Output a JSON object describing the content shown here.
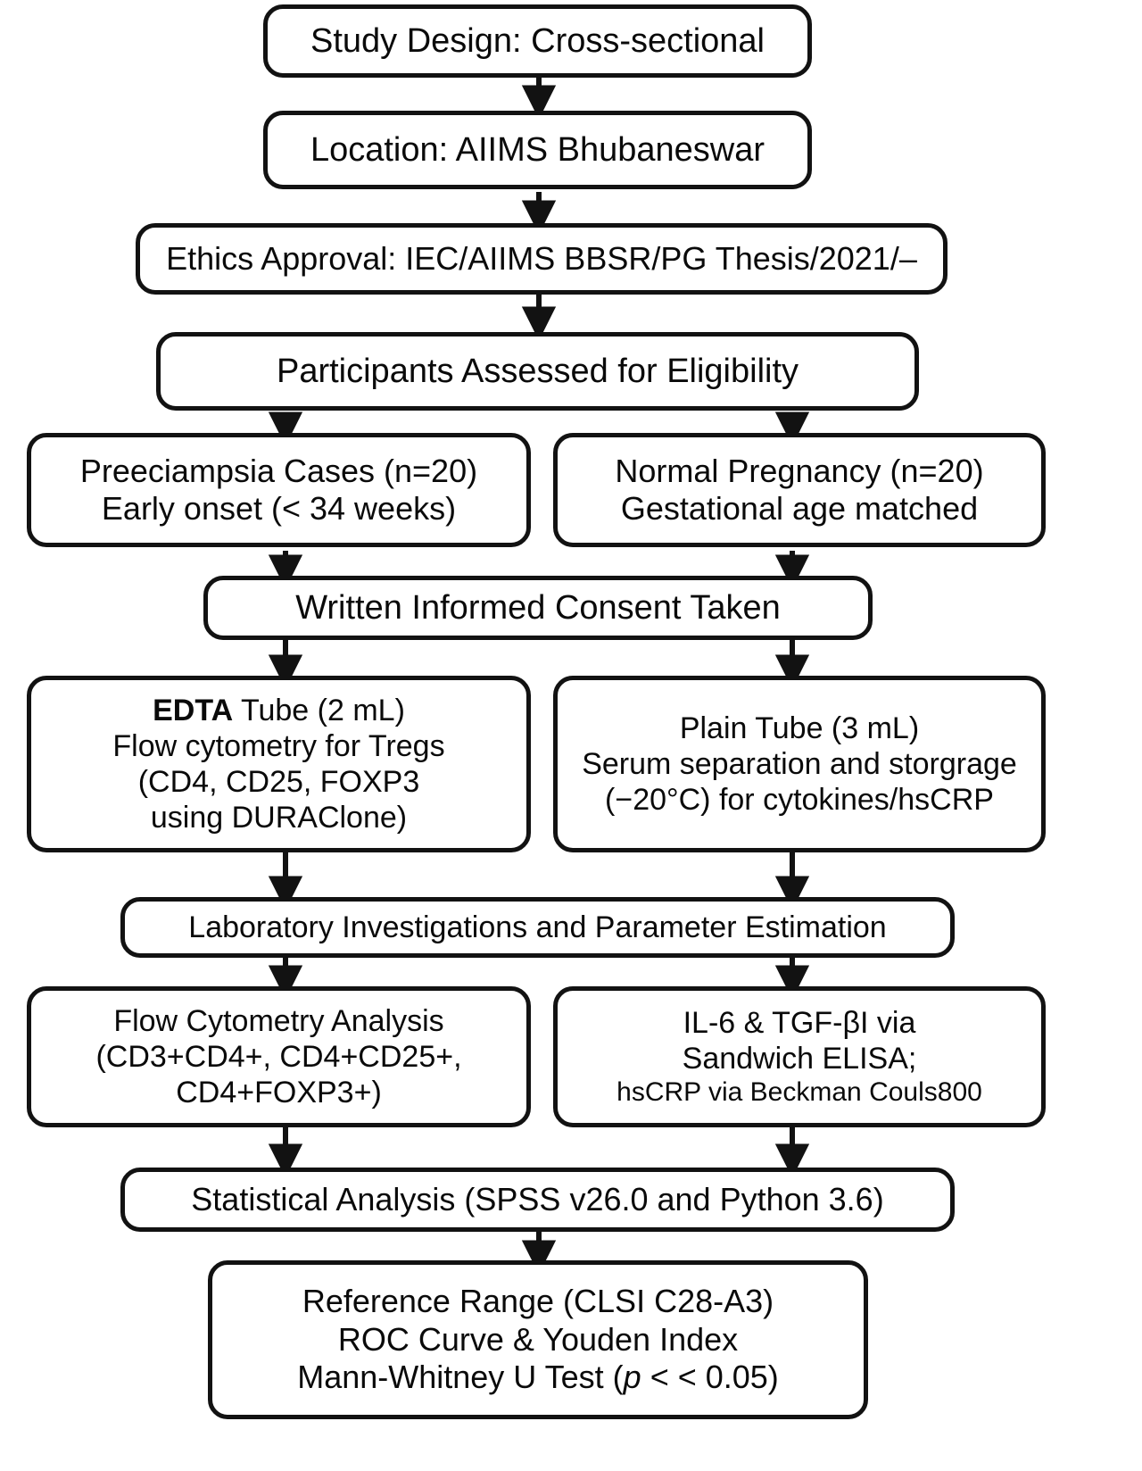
{
  "diagram": {
    "title": "Study methodology flowchart",
    "orientation": "top-to-bottom",
    "shape": "rounded-rectangle",
    "line_color": "#121212",
    "background_color": "#ffffff",
    "text_color": "#0a0a0a"
  },
  "nodes": [
    {
      "id": "study-design",
      "lines": [
        "Study Design: Cross-sectional"
      ]
    },
    {
      "id": "location",
      "lines": [
        "Location: AIIMS Bhubaneswar"
      ]
    },
    {
      "id": "ethics-approval",
      "lines": [
        "Ethics Approval: IEC/AIIMS BBSR/PG Thesis/2021/–"
      ]
    },
    {
      "id": "participants-eligibility",
      "lines": [
        "Participants Assessed for Eligibility"
      ]
    },
    {
      "id": "preeclampsia-cases",
      "lines": [
        "Preeciampsia Cases (n=20)",
        "Early onset (< 34 weeks)"
      ]
    },
    {
      "id": "normal-pregnancy",
      "lines": [
        "Normal Pregnancy (n=20)",
        "Gestational age matched"
      ]
    },
    {
      "id": "informed-consent",
      "lines": [
        "Written Informed Consent Taken"
      ]
    },
    {
      "id": "edta-tube",
      "lines": [
        "EDTA Tube (2 mL)",
        "Flow cytometry for Tregs",
        "(CD4, CD25, FOXP3",
        "using DURAClone)"
      ],
      "bold_first_word": "EDTA"
    },
    {
      "id": "plain-tube",
      "lines": [
        "Plain Tube (3 mL)",
        "Serum separation and storgrage",
        "(−20°C) for cytokines/hsCRP"
      ]
    },
    {
      "id": "lab-investigations",
      "lines": [
        "Laboratory Investigations and Parameter Estimation"
      ]
    },
    {
      "id": "flow-cytometry-analysis",
      "lines": [
        "Flow Cytometry Analysis",
        "(CD3+CD4+, CD4+CD25+,",
        "CD4+FOXP3+)"
      ]
    },
    {
      "id": "elisa-hscrp",
      "lines": [
        "IL-6 & TGF-βI via",
        "Sandwich ELISA;",
        "hsCRP via Beckman Couls800"
      ]
    },
    {
      "id": "statistical-analysis",
      "lines": [
        "Statistical Analysis (SPSS v26.0 and Python 3.6)"
      ]
    },
    {
      "id": "final-statistics",
      "lines": [
        "Reference Range (CLSI C28-A3)",
        "ROC Curve & Youden Index",
        "Mann-Whitney U Test (p < < 0.05)"
      ],
      "italic_token": "p"
    }
  ],
  "node_text": {
    "study_design": "Study Design: Cross-sectional",
    "location": "Location: AIIMS Bhubaneswar",
    "ethics": "Ethics Approval: IEC/AIIMS BBSR/PG Thesis/2021/–",
    "participants": "Participants Assessed for Eligibility",
    "cases_l1": "Preeciampsia Cases (n=20)",
    "cases_l2": "Early onset (< 34 weeks)",
    "controls_l1": "Normal Pregnancy (n=20)",
    "controls_l2": "Gestational age matched",
    "consent": "Written Informed Consent Taken",
    "edta_l1_bold": "EDTA",
    "edta_l1_rest": " Tube (2 mL)",
    "edta_l2": "Flow cytometry for Tregs",
    "edta_l3": "(CD4, CD25, FOXP3",
    "edta_l4": "using DURAClone)",
    "plain_l1": "Plain Tube (3 mL)",
    "plain_l2": "Serum separation and storgrage",
    "plain_l3": "(−20°C) for cytokines/hsCRP",
    "lab": "Laboratory Investigations and Parameter Estimation",
    "flow_l1": "Flow Cytometry Analysis",
    "flow_l2": "(CD3+CD4+, CD4+CD25+,",
    "flow_l3": "CD4+FOXP3+)",
    "elisa_l1": "IL-6 & TGF-βI via",
    "elisa_l2": "Sandwich ELISA;",
    "elisa_l3": "hsCRP via Beckman Couls800",
    "stats": "Statistical Analysis (SPSS v26.0 and Python 3.6)",
    "final_l1": "Reference Range (CLSI C28-A3)",
    "final_l2": "ROC Curve & Youden Index",
    "final_l3_pre": "Mann-Whitney U Test (",
    "final_l3_p": "p",
    "final_l3_post": " < < 0.05)"
  },
  "edges": [
    {
      "from": "study-design",
      "to": "location",
      "type": "arrow-down"
    },
    {
      "from": "location",
      "to": "ethics-approval",
      "type": "arrow-down"
    },
    {
      "from": "ethics-approval",
      "to": "participants-eligibility",
      "type": "arrow-down"
    },
    {
      "from": "participants-eligibility",
      "to": "preeclampsia-cases",
      "type": "split-left"
    },
    {
      "from": "participants-eligibility",
      "to": "normal-pregnancy",
      "type": "split-right"
    },
    {
      "from": "preeclampsia-cases",
      "to": "informed-consent",
      "type": "arrow-down"
    },
    {
      "from": "normal-pregnancy",
      "to": "informed-consent",
      "type": "arrow-down"
    },
    {
      "from": "informed-consent",
      "to": "edta-tube",
      "type": "split-left"
    },
    {
      "from": "informed-consent",
      "to": "plain-tube",
      "type": "split-right"
    },
    {
      "from": "edta-tube",
      "to": "lab-investigations",
      "type": "arrow-down"
    },
    {
      "from": "plain-tube",
      "to": "lab-investigations",
      "type": "arrow-down"
    },
    {
      "from": "lab-investigations",
      "to": "flow-cytometry-analysis",
      "type": "split-left"
    },
    {
      "from": "lab-investigations",
      "to": "elisa-hscrp",
      "type": "split-right"
    },
    {
      "from": "flow-cytometry-analysis",
      "to": "statistical-analysis",
      "type": "arrow-down"
    },
    {
      "from": "elisa-hscrp",
      "to": "statistical-analysis",
      "type": "arrow-down"
    },
    {
      "from": "statistical-analysis",
      "to": "final-statistics",
      "type": "arrow-down"
    }
  ]
}
